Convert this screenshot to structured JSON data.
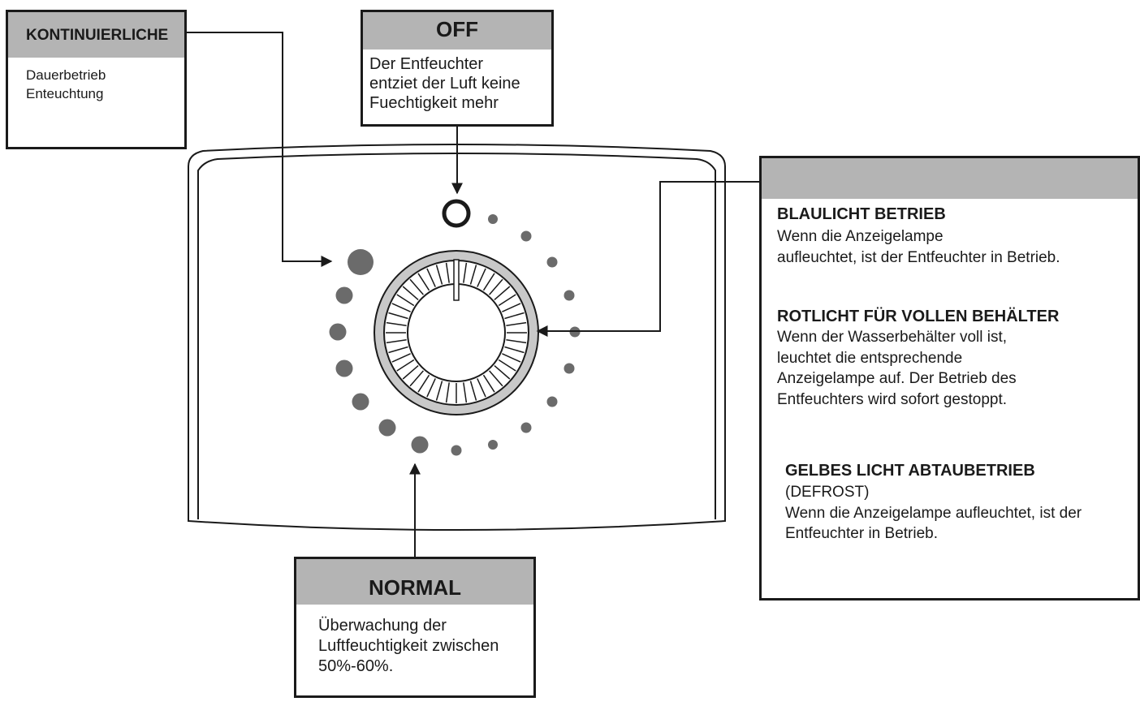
{
  "continuous": {
    "title": "KONTINUIERLICHE",
    "description": "Dauerbetrieb\nEnteuchtung"
  },
  "off": {
    "title": "OFF",
    "description": "Der Entfeuchter\nentziet der Luft keine\nFuechtigkeit mehr"
  },
  "normal": {
    "title": "NORMAL",
    "description": "Überwachung der\nLuftfeuchtigkeit zwischen\n50%-60%."
  },
  "lights": [
    {
      "title": "BLAULICHT BETRIEB",
      "description": " Wenn die Anzeigelampe\n aufleuchtet, ist der Entfeuchter in Betrieb."
    },
    {
      "title": "ROTLICHT FÜR VOLLEN BEHÄLTER",
      "description": " Wenn der Wasserbehälter voll ist,\nleuchtet die entsprechende\nAnzeigelampe auf.  Der Betrieb des\nEntfeuchters wird sofort gestoppt."
    },
    {
      "title": "GELBES LICHT ABTAUBETRIEB",
      "description": "(DEFROST)\nWenn die Anzeigelampe aufleuchtet, ist der\nEntfeuchter in Betrieb."
    }
  ],
  "colors": {
    "line": "#1a1a1a",
    "header_fill": "#b4b4b4",
    "dot_fill": "#6b6b6b",
    "ring_fill": "#c8c8c8"
  }
}
